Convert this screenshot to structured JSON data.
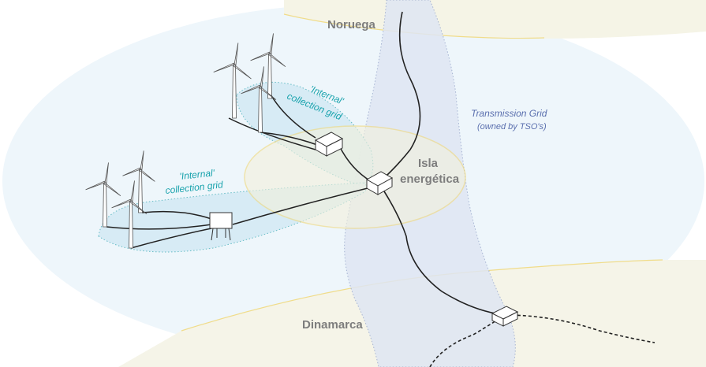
{
  "labels": {
    "norway": "Noruega",
    "denmark": "Dinamarca",
    "island_line1": "Isla",
    "island_line2": "energética",
    "transmission_line1": "Transmission Grid",
    "transmission_line2": "(owned by TSO's)",
    "grid1_line1": "'Internal'",
    "grid1_line2": "collection grid",
    "grid2_line1": "'Internal'",
    "grid2_line2": "collection grid"
  },
  "colors": {
    "sea": "#eef6fb",
    "wind_zone": "#d9edf6",
    "land": "#f5f4e8",
    "transmission_band": "#dfe6f3",
    "island_ring": "#f0dc8a",
    "teal_text": "#1aa3ad",
    "blue_text": "#5a6fae",
    "grey_text": "#7d7d7d",
    "cable": "#222222"
  }
}
